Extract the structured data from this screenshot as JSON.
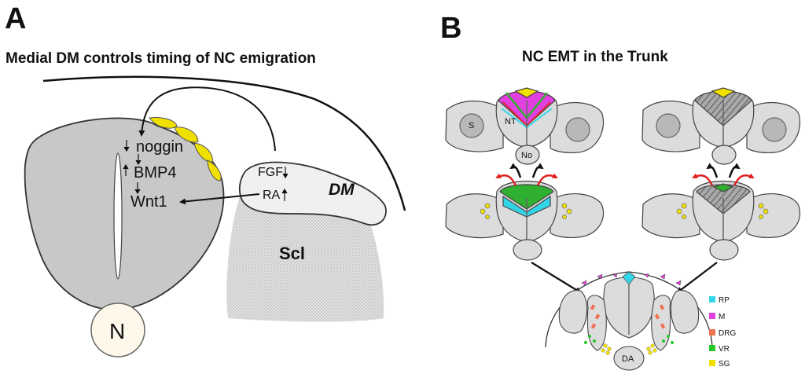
{
  "panel_a": {
    "letter": "A",
    "title": "Medial DM controls timing of NC emigration",
    "genes": [
      "noggin",
      "BMP4",
      "Wnt1"
    ],
    "signals": [
      "FGF",
      "RA"
    ],
    "dm_label": "DM",
    "scl_label": "Scl",
    "notochord_label": "N",
    "colors": {
      "neural_tube": "#c8c8c8",
      "neural_crest": "#f0e000",
      "notochord": "#fdf8ea"
    }
  },
  "panel_b": {
    "letter": "B",
    "title": "NC EMT in the Trunk",
    "labels": {
      "somite": "S",
      "neural_tube": "NT",
      "notochord": "No",
      "dorsal_aorta": "DA"
    },
    "legend": [
      {
        "label": "RP",
        "color": "#33d6e8"
      },
      {
        "label": "M",
        "color": "#e040e0"
      },
      {
        "label": "DRG",
        "color": "#f07050"
      },
      {
        "label": "VR",
        "color": "#28c828"
      },
      {
        "label": "SG",
        "color": "#f0e000"
      }
    ]
  }
}
